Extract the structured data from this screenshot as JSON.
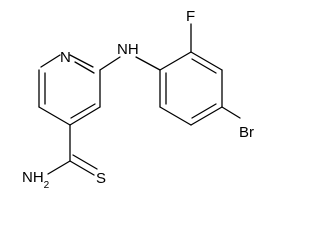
{
  "molecule": {
    "atoms": {
      "pyridine_n": "N",
      "amine_nh": "NH",
      "fluorine": "F",
      "bromine": "Br",
      "amide_nh2": "NH2",
      "thione_s": "S"
    }
  }
}
